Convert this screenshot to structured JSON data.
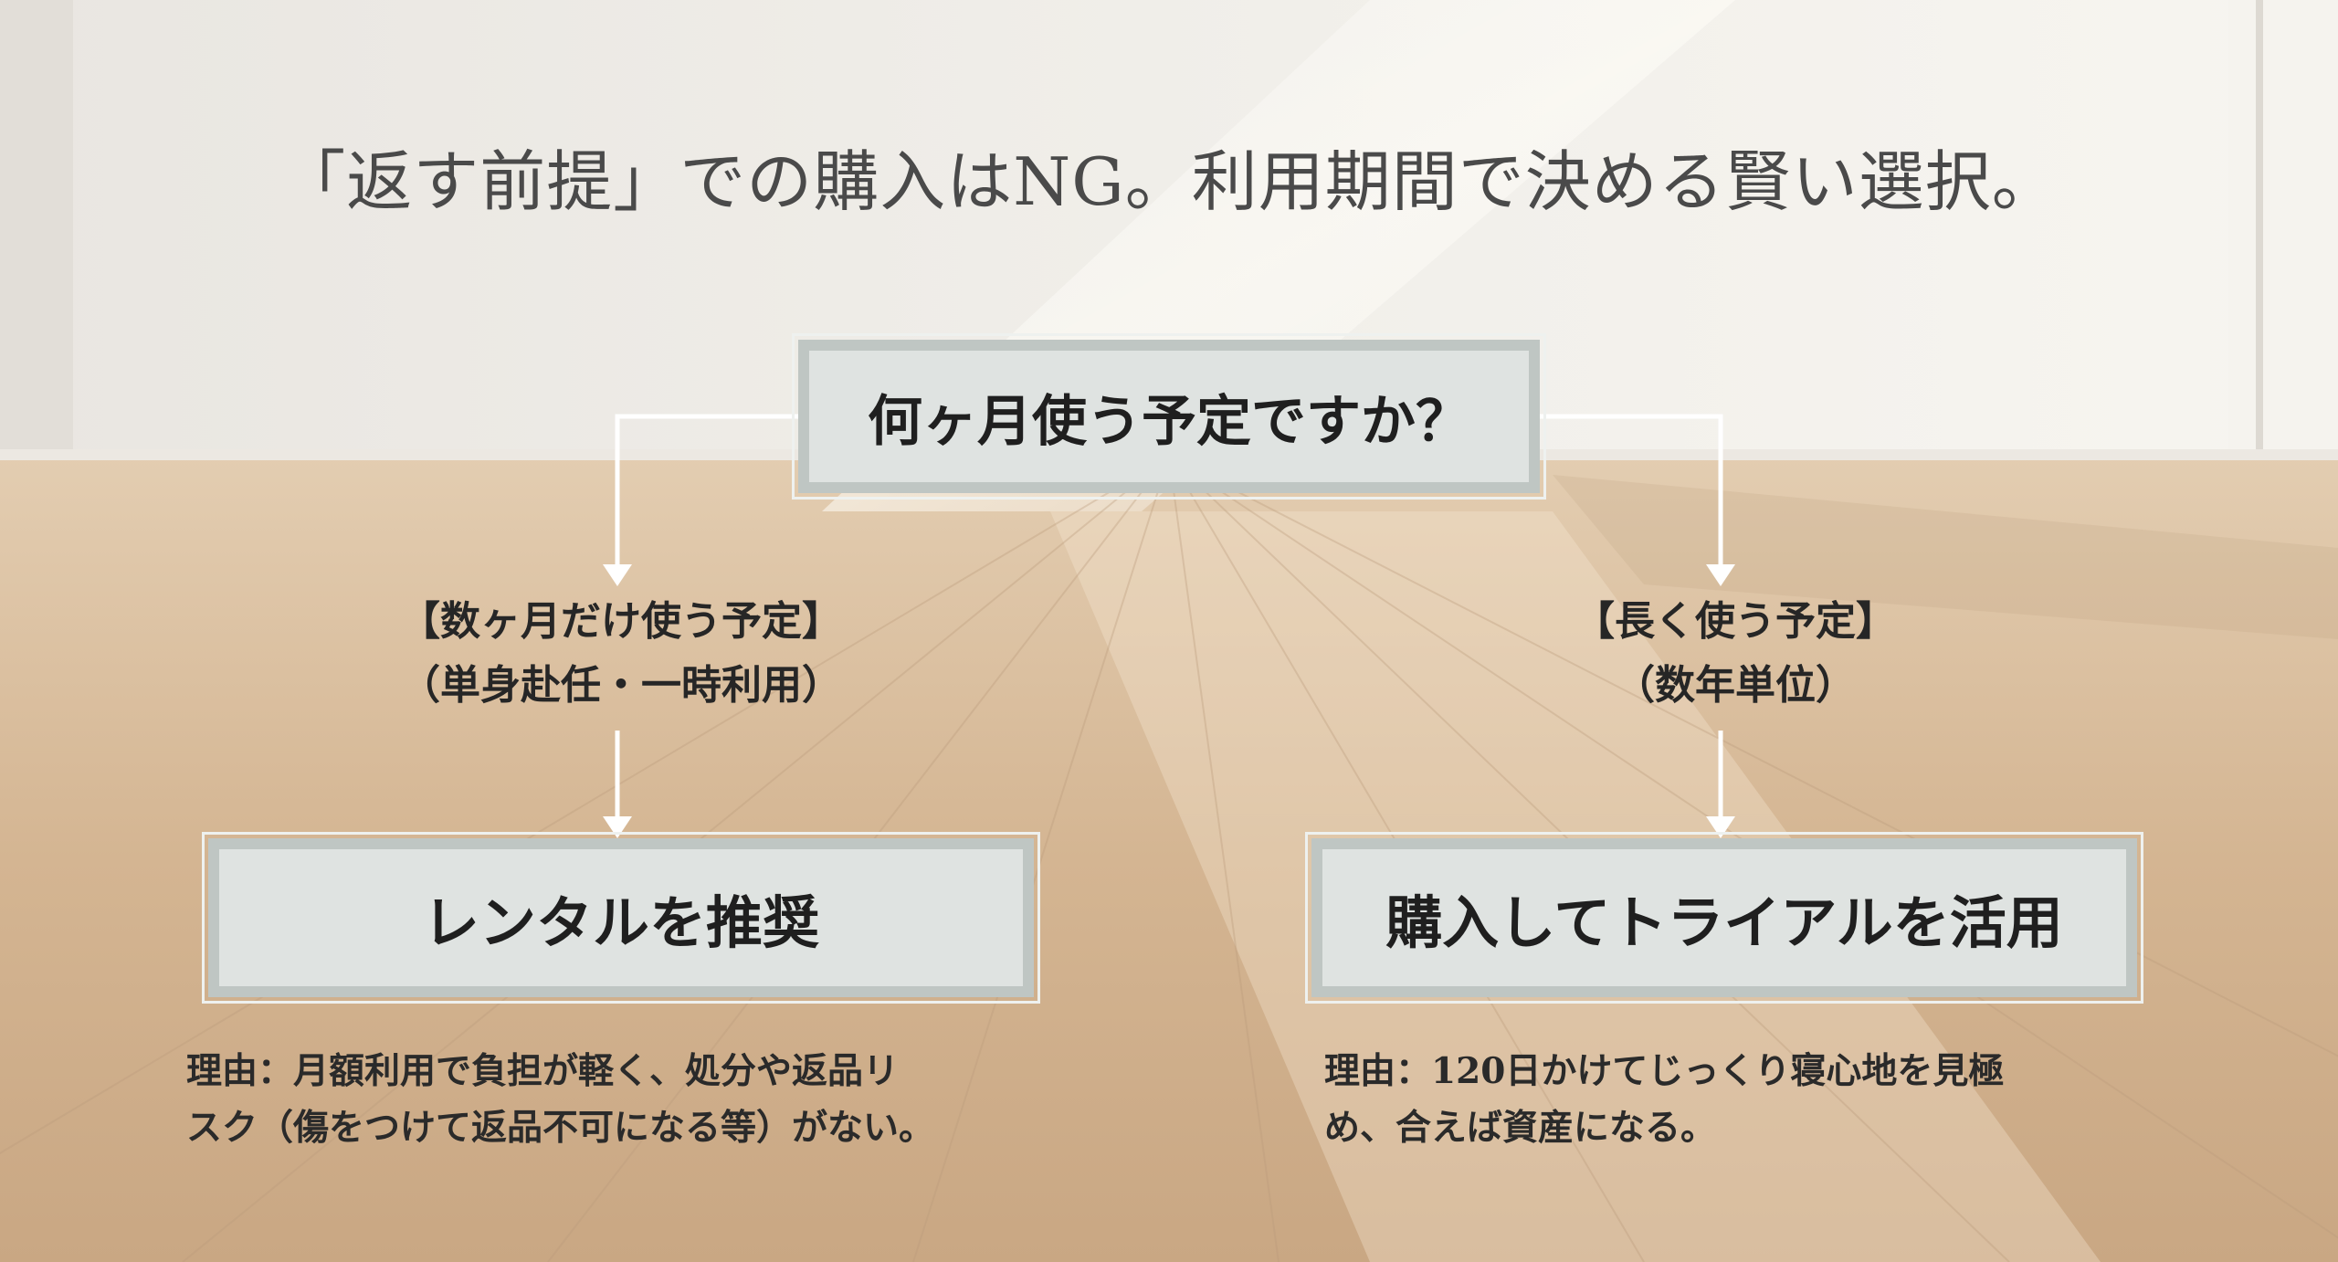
{
  "title": "「返す前提」での購入はNG。利用期間で決める賢い選択。",
  "question": "何ヶ月使う予定ですか？",
  "left_branch": {
    "condition_line1": "【数ヶ月だけ使う予定】",
    "condition_line2": "（単身赴任・一時利用）",
    "recommendation": "レンタルを推奨",
    "reason_line1": "理由：月額利用で負担が軽く、処分や返品リ",
    "reason_line2": "スク（傷をつけて返品不可になる等）がない。"
  },
  "right_branch": {
    "condition_line1": "【長く使う予定】",
    "condition_line2": "（数年単位）",
    "recommendation": "購入してトライアルを活用",
    "reason_line1": "理由：120日かけてじっくり寝心地を見極",
    "reason_line2": "め、合えば資産になる。"
  },
  "colors": {
    "wall": "#f3f1ec",
    "floor": "#d6ba97",
    "box_fill": "#dfe3e1",
    "box_border": "#bfc6c3",
    "arrow": "#ffffff",
    "title_text": "#4a4a4a"
  }
}
